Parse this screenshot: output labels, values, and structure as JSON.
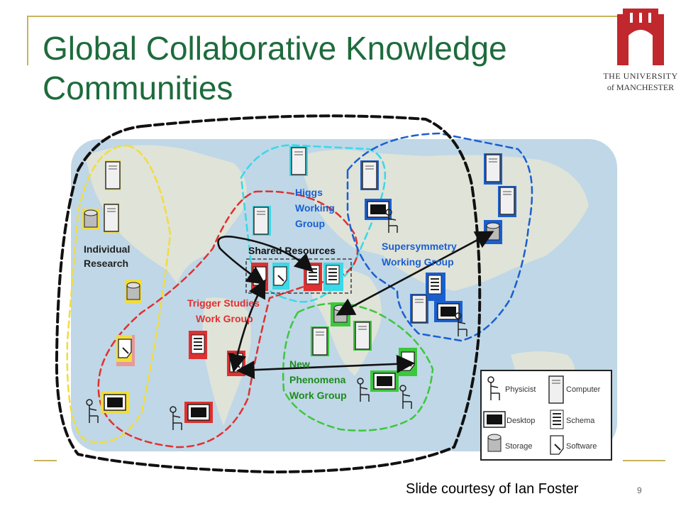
{
  "slide": {
    "title_line1": "Global Collaborative Knowledge",
    "title_line2": "Communities",
    "credit": "Slide courtesy of Ian Foster",
    "page_number": "9"
  },
  "logo": {
    "line1": "THE UNIVERSITY",
    "line2": "of MANCHESTER"
  },
  "diagram": {
    "groups": {
      "individual": [
        "Individual",
        "Research"
      ],
      "higgs": [
        "Higgs",
        "Working",
        "Group"
      ],
      "shared": "Shared Resources",
      "susy": [
        "Supersymmetry",
        "Working Group"
      ],
      "trigger": [
        "Trigger Studies",
        "Work Group"
      ],
      "phenomena": [
        "New",
        "Phenomena",
        "Work Group"
      ]
    },
    "legend": {
      "physicist": "Physicist",
      "computer": "Computer",
      "desktop": "Desktop",
      "schema": "Schema",
      "storage": "Storage",
      "software": "Software"
    },
    "colors": {
      "title": "#1e6b3c",
      "individual": "#f2dc3c",
      "higgs": "#3ad8e8",
      "trigger": "#e03030",
      "susy": "#1a5fd0",
      "phenomena": "#3cc83c",
      "global": "#111111"
    }
  }
}
